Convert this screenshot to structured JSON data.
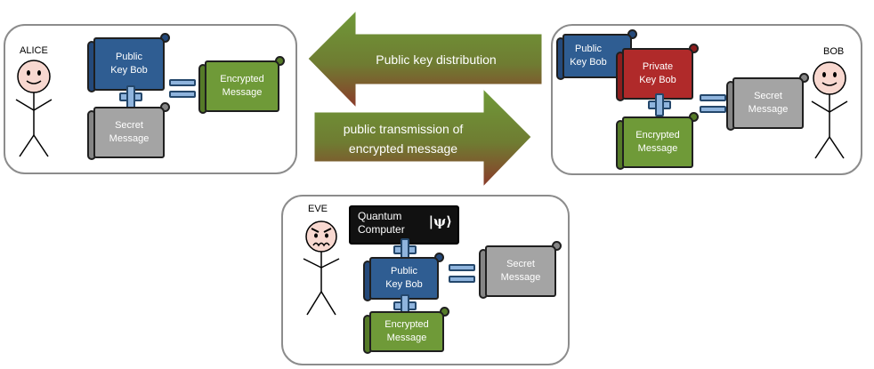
{
  "alice": {
    "name": "ALICE",
    "public_key": "Public\nKey Bob",
    "secret": "Secret\nMessage",
    "encrypted": "Encrypted\nMessage"
  },
  "bob": {
    "name": "BOB",
    "public_key": "Public\nKey Bob",
    "private_key": "Private\nKey Bob",
    "encrypted": "Encrypted\nMessage",
    "secret": "Secret\nMessage"
  },
  "eve": {
    "name": "EVE",
    "quantum": "Quantum\nComputer",
    "psi": "|ψ⟩",
    "public_key": "Public\nKey Bob",
    "encrypted": "Encrypted\nMessage",
    "secret": "Secret\nMessage"
  },
  "arrows": {
    "distribution": "Public key distribution",
    "transmission": "public transmission of\nencrypted message"
  },
  "colors": {
    "public_key": "#2f5d92",
    "private_key": "#b02a2a",
    "encrypted": "#6f9a38",
    "secret": "#a4a4a4",
    "arrow_top": "#6f9a38",
    "arrow_bottom": "#8b3a2a"
  }
}
